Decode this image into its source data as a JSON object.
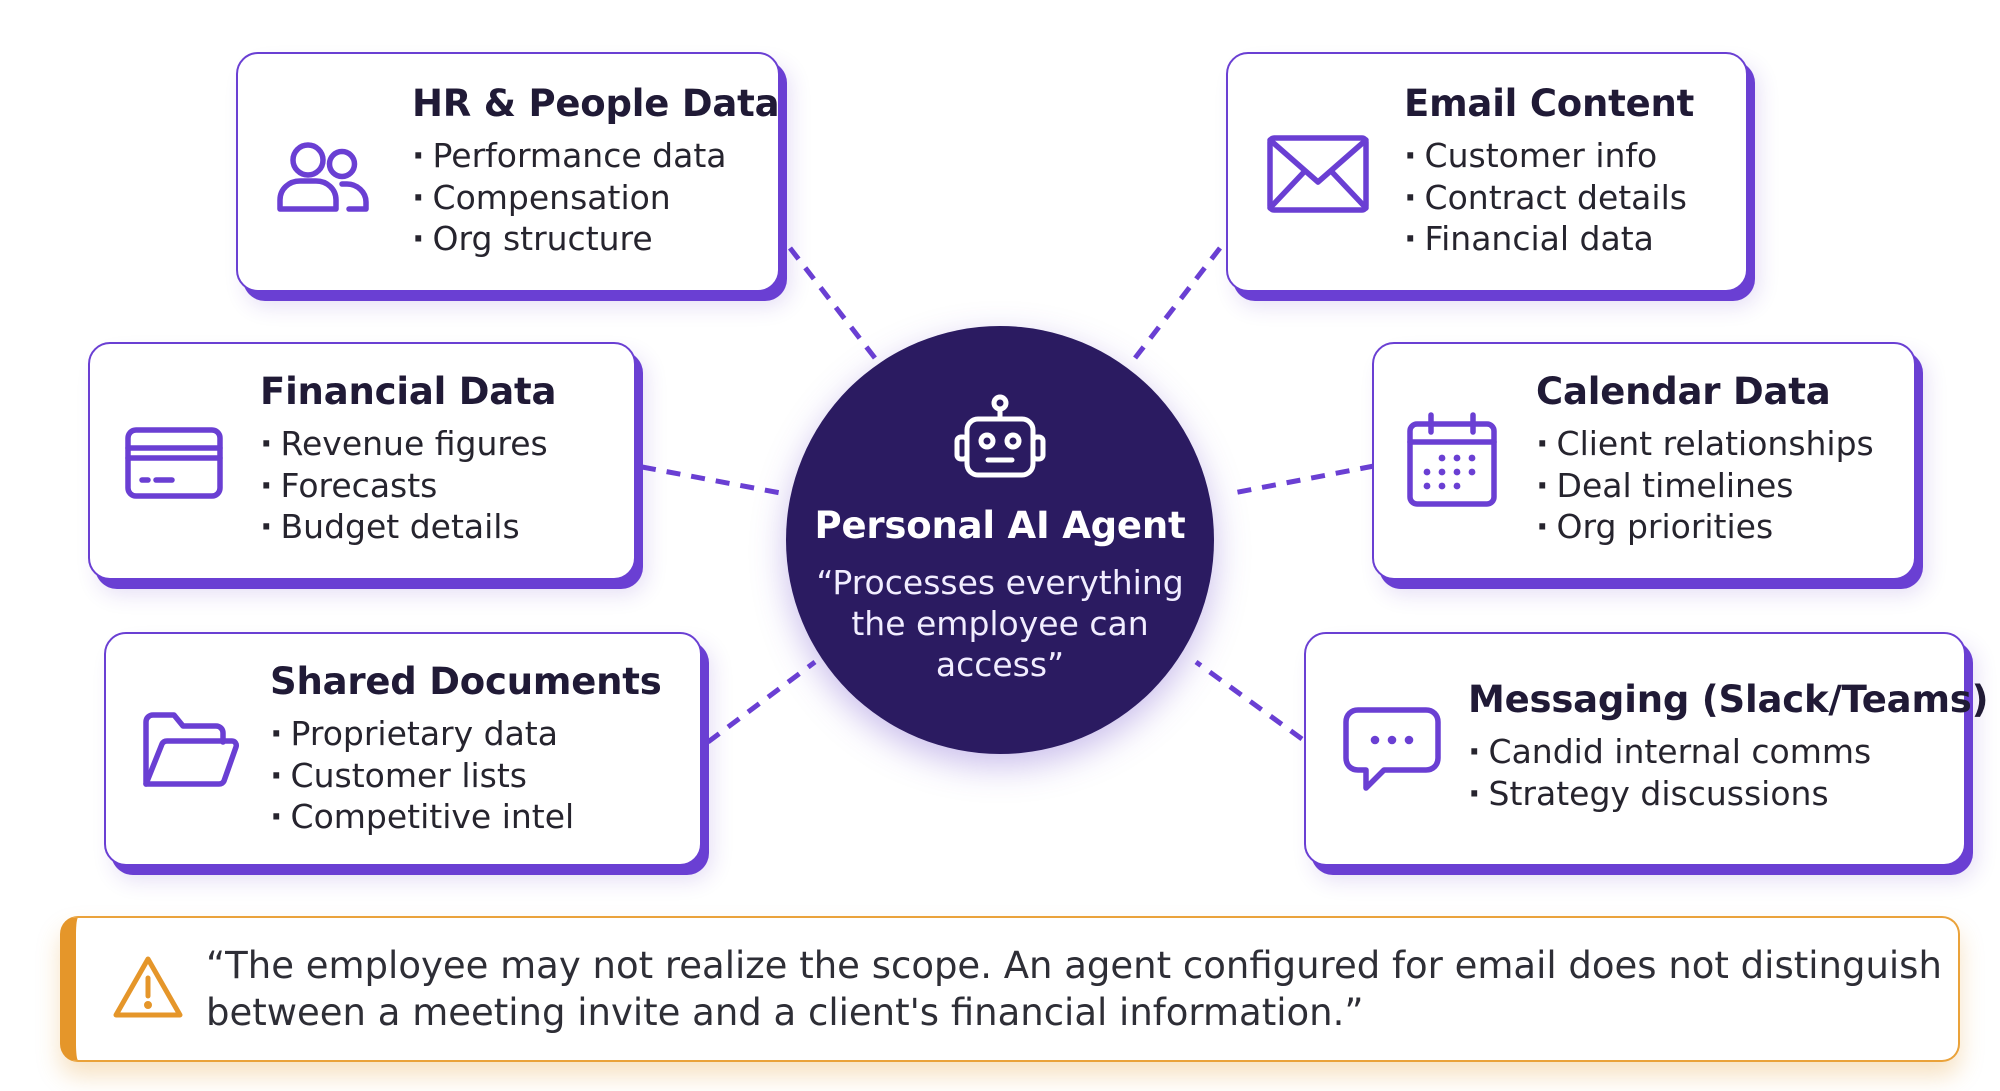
{
  "colors": {
    "accent": "#6a3fd3",
    "hub": "#2b1b61",
    "warning": "#e5962a",
    "text": "#201a36"
  },
  "hub": {
    "icon": "robot-icon",
    "title": "Personal AI Agent",
    "quote": "“Processes everything the employee can access”"
  },
  "sources": [
    {
      "icon": "people-icon",
      "title": "HR & People Data",
      "items": [
        "Performance data",
        "Compensation",
        "Org structure"
      ]
    },
    {
      "icon": "credit-card-icon",
      "title": "Financial Data",
      "items": [
        "Revenue figures",
        "Forecasts",
        "Budget details"
      ]
    },
    {
      "icon": "folder-icon",
      "title": "Shared Documents",
      "items": [
        "Proprietary data",
        "Customer lists",
        "Competitive intel"
      ]
    },
    {
      "icon": "envelope-icon",
      "title": "Email Content",
      "items": [
        "Customer info",
        "Contract details",
        "Financial data"
      ]
    },
    {
      "icon": "calendar-icon",
      "title": "Calendar Data",
      "items": [
        "Client relationships",
        "Deal timelines",
        "Org priorities"
      ]
    },
    {
      "icon": "chat-bubble-icon",
      "title": "Messaging (Slack/Teams)",
      "items": [
        "Candid internal comms",
        "Strategy discussions"
      ]
    }
  ],
  "warning": {
    "icon": "warning-icon",
    "text": "“The employee may not realize the scope. An agent configured for email does not distinguish between a meeting invite and a client's financial information.”"
  }
}
